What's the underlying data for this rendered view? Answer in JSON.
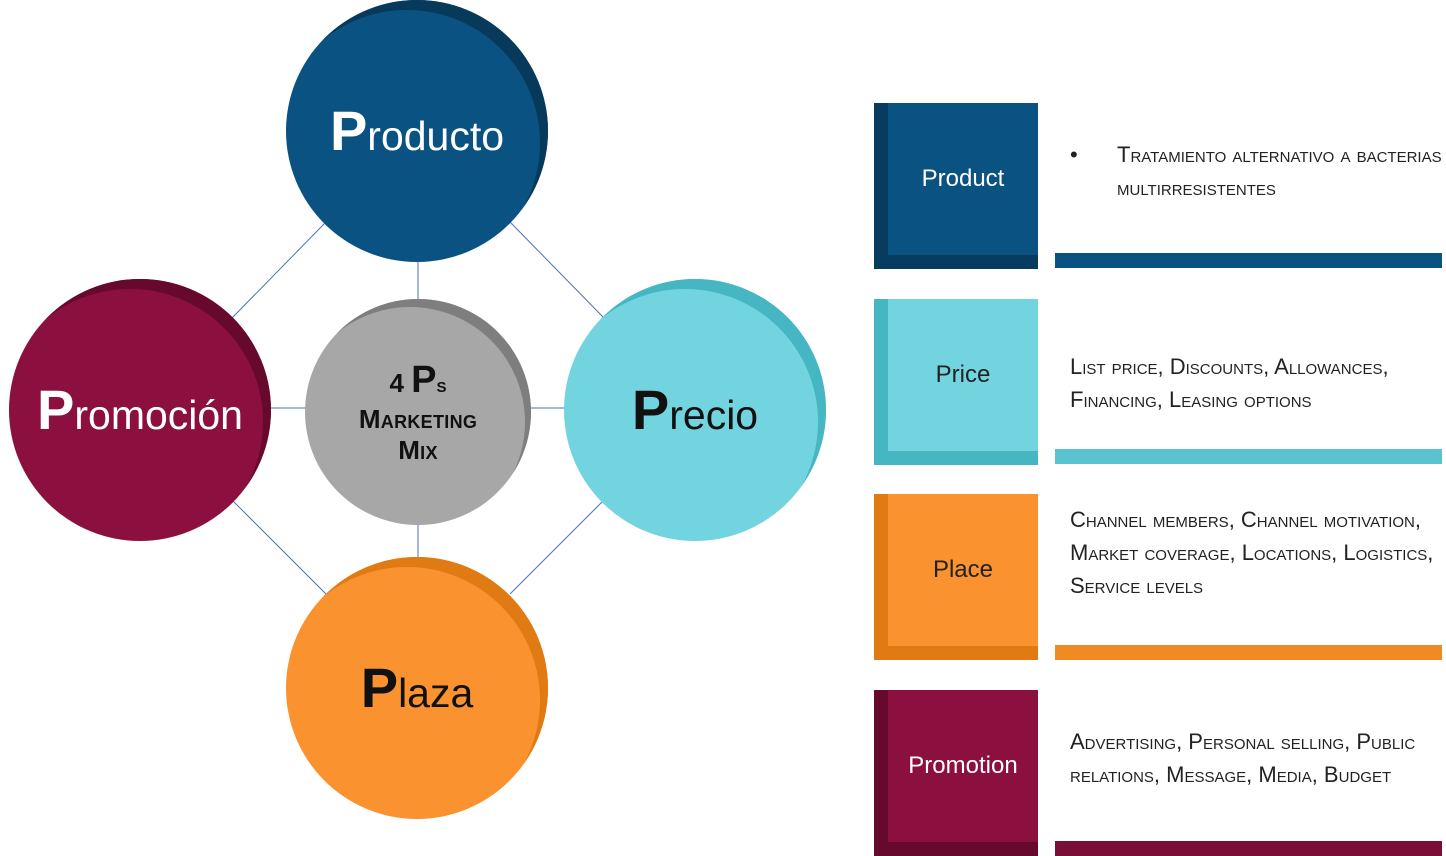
{
  "diagram": {
    "center": {
      "line1_number": "4",
      "line1_cap": "P",
      "line1_suffix": "s",
      "line2": "Marketing",
      "line3": "Mix"
    },
    "circles": {
      "producto": {
        "cap": "P",
        "rest": "roducto"
      },
      "promocion": {
        "cap": "P",
        "rest": "romoción"
      },
      "precio": {
        "cap": "P",
        "rest": "recio"
      },
      "plaza": {
        "cap": "P",
        "rest": "laza"
      }
    }
  },
  "table": {
    "rows": [
      {
        "label": "Product",
        "bullet": "•",
        "text": "Tratamiento alternativo a bacterias multirresistentes"
      },
      {
        "label": "Price",
        "text": "List price, Discounts, Allowances, Financing, Leasing options"
      },
      {
        "label": "Place",
        "text": "Channel members, Channel motivation, Market coverage, Locations, Logistics, Service levels"
      },
      {
        "label": "Promotion",
        "text": "Advertising, Personal selling, Public relations, Message, Media, Budget"
      }
    ]
  },
  "colors": {
    "product": "#0a5281",
    "price": "#72d4df",
    "place": "#f9922f",
    "promotion": "#8c103f",
    "center": "#a7a7a7",
    "connector": "#4a72b8"
  }
}
